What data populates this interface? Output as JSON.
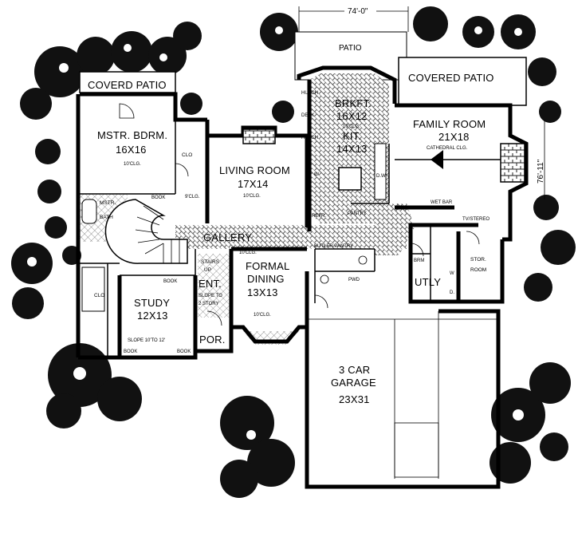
{
  "plan": {
    "overall_width": "74'-0\"",
    "overall_depth": "76'-11\"",
    "rooms": {
      "covered_patio_left": "COVERD PATIO",
      "patio": "PATIO",
      "covered_patio_right": "COVERED PATIO",
      "master_bedroom": {
        "name": "MSTR. BDRM.",
        "size": "16X16",
        "ceiling": "10'CLG."
      },
      "brkft": {
        "name": "BRKFT.",
        "size": "16X12",
        "ceiling": "10'CLG."
      },
      "kitchen": {
        "name": "KIT.",
        "size": "14X13"
      },
      "family_room": {
        "name": "FAMILY ROOM",
        "size": "21X18",
        "ceiling": "CATHEDRAL CLG."
      },
      "living_room": {
        "name": "LIVING ROOM",
        "size": "17X14",
        "ceiling": "10'CLG."
      },
      "master_bath": {
        "name1": "MSTR.",
        "name2": "BATH"
      },
      "gallery": "GALLERY",
      "formal_dining": {
        "name1": "FORMAL",
        "name2": "DINING",
        "size": "13X13",
        "ceiling": "10'CLG."
      },
      "entry": {
        "name": "ENT.",
        "note1": "SLOPE TO",
        "note2": "2 STORY"
      },
      "stairs": {
        "line1": "STAIRS",
        "line2": "UP"
      },
      "study": {
        "name": "STUDY",
        "size": "12X13",
        "ceiling": "SLOPE 10'TO 12'"
      },
      "porch": "POR.",
      "garage": {
        "line1": "3 CAR",
        "line2": "GARAGE",
        "size": "23X31"
      },
      "utility": "UTLY",
      "storage": {
        "line1": "STOR.",
        "line2": "ROOM"
      }
    },
    "fixtures": {
      "clo": "CLO",
      "clo_ceiling": "9'CLG.",
      "book": "BOOK",
      "hutch": "HUTCH",
      "desk": "DESK",
      "oven": "O/",
      "dw": "D.W.",
      "refr": "REFR.",
      "pantry": "PANTRY",
      "wet_bar": "WET BAR",
      "tv_stereo": "TV/STEREO",
      "butler_pantry": "BUTLER PANTRY",
      "pwd": "PWD",
      "brm": "BRM",
      "w": "W",
      "d": "D.",
      "dining_ceiling_note": "10'CLG."
    }
  }
}
